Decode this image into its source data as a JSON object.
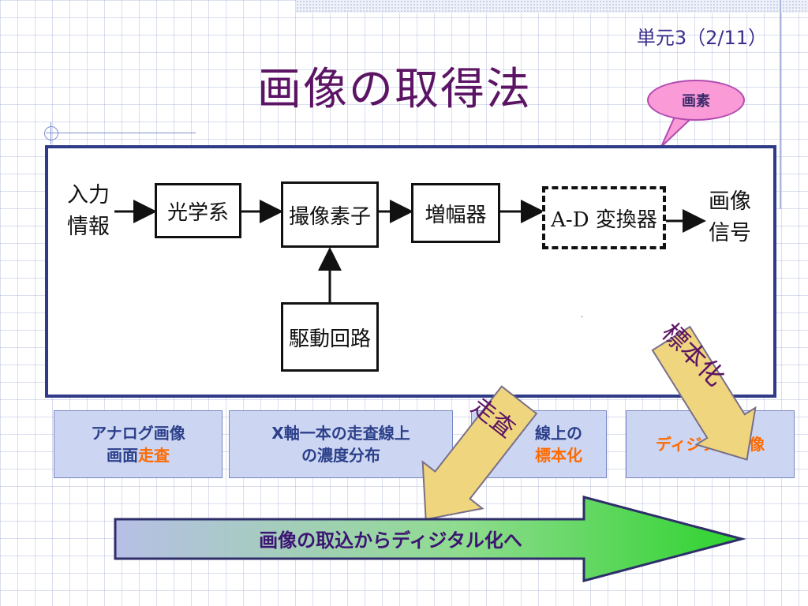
{
  "header": {
    "unit_label": "単元3（2/11）",
    "title": "画像の取得法"
  },
  "callout": {
    "label": "画素"
  },
  "diagram": {
    "input_label_1": "入力",
    "input_label_2": "情報",
    "optical_system": "光学系",
    "image_sensor": "撮像素子",
    "amplifier": "増幅器",
    "ad_converter": "A-D 変換器",
    "output_label_1": "画像",
    "output_label_2": "信号",
    "drive_circuit": "駆動回路",
    "dot": "."
  },
  "arrows": {
    "scan": "走査",
    "sampling": "標本化"
  },
  "bottom_boxes": [
    {
      "line1": "アナログ画像",
      "line2a": "画面",
      "line2b": "走査"
    },
    {
      "line1": "X軸一本の走査線上",
      "line2": "の濃度分布"
    },
    {
      "line1": "線上の",
      "line2": "標本化"
    },
    {
      "line1": "ディジタル画像"
    }
  ],
  "footer_arrow": {
    "label": "画像の取込からディジタル化へ"
  },
  "colors": {
    "title": "#5c1464",
    "panel_border": "#2f3b88",
    "box_fill": "#ccd6f2",
    "accent_orange": "#ff6a00",
    "callout_fill": "#fa9ad7"
  }
}
